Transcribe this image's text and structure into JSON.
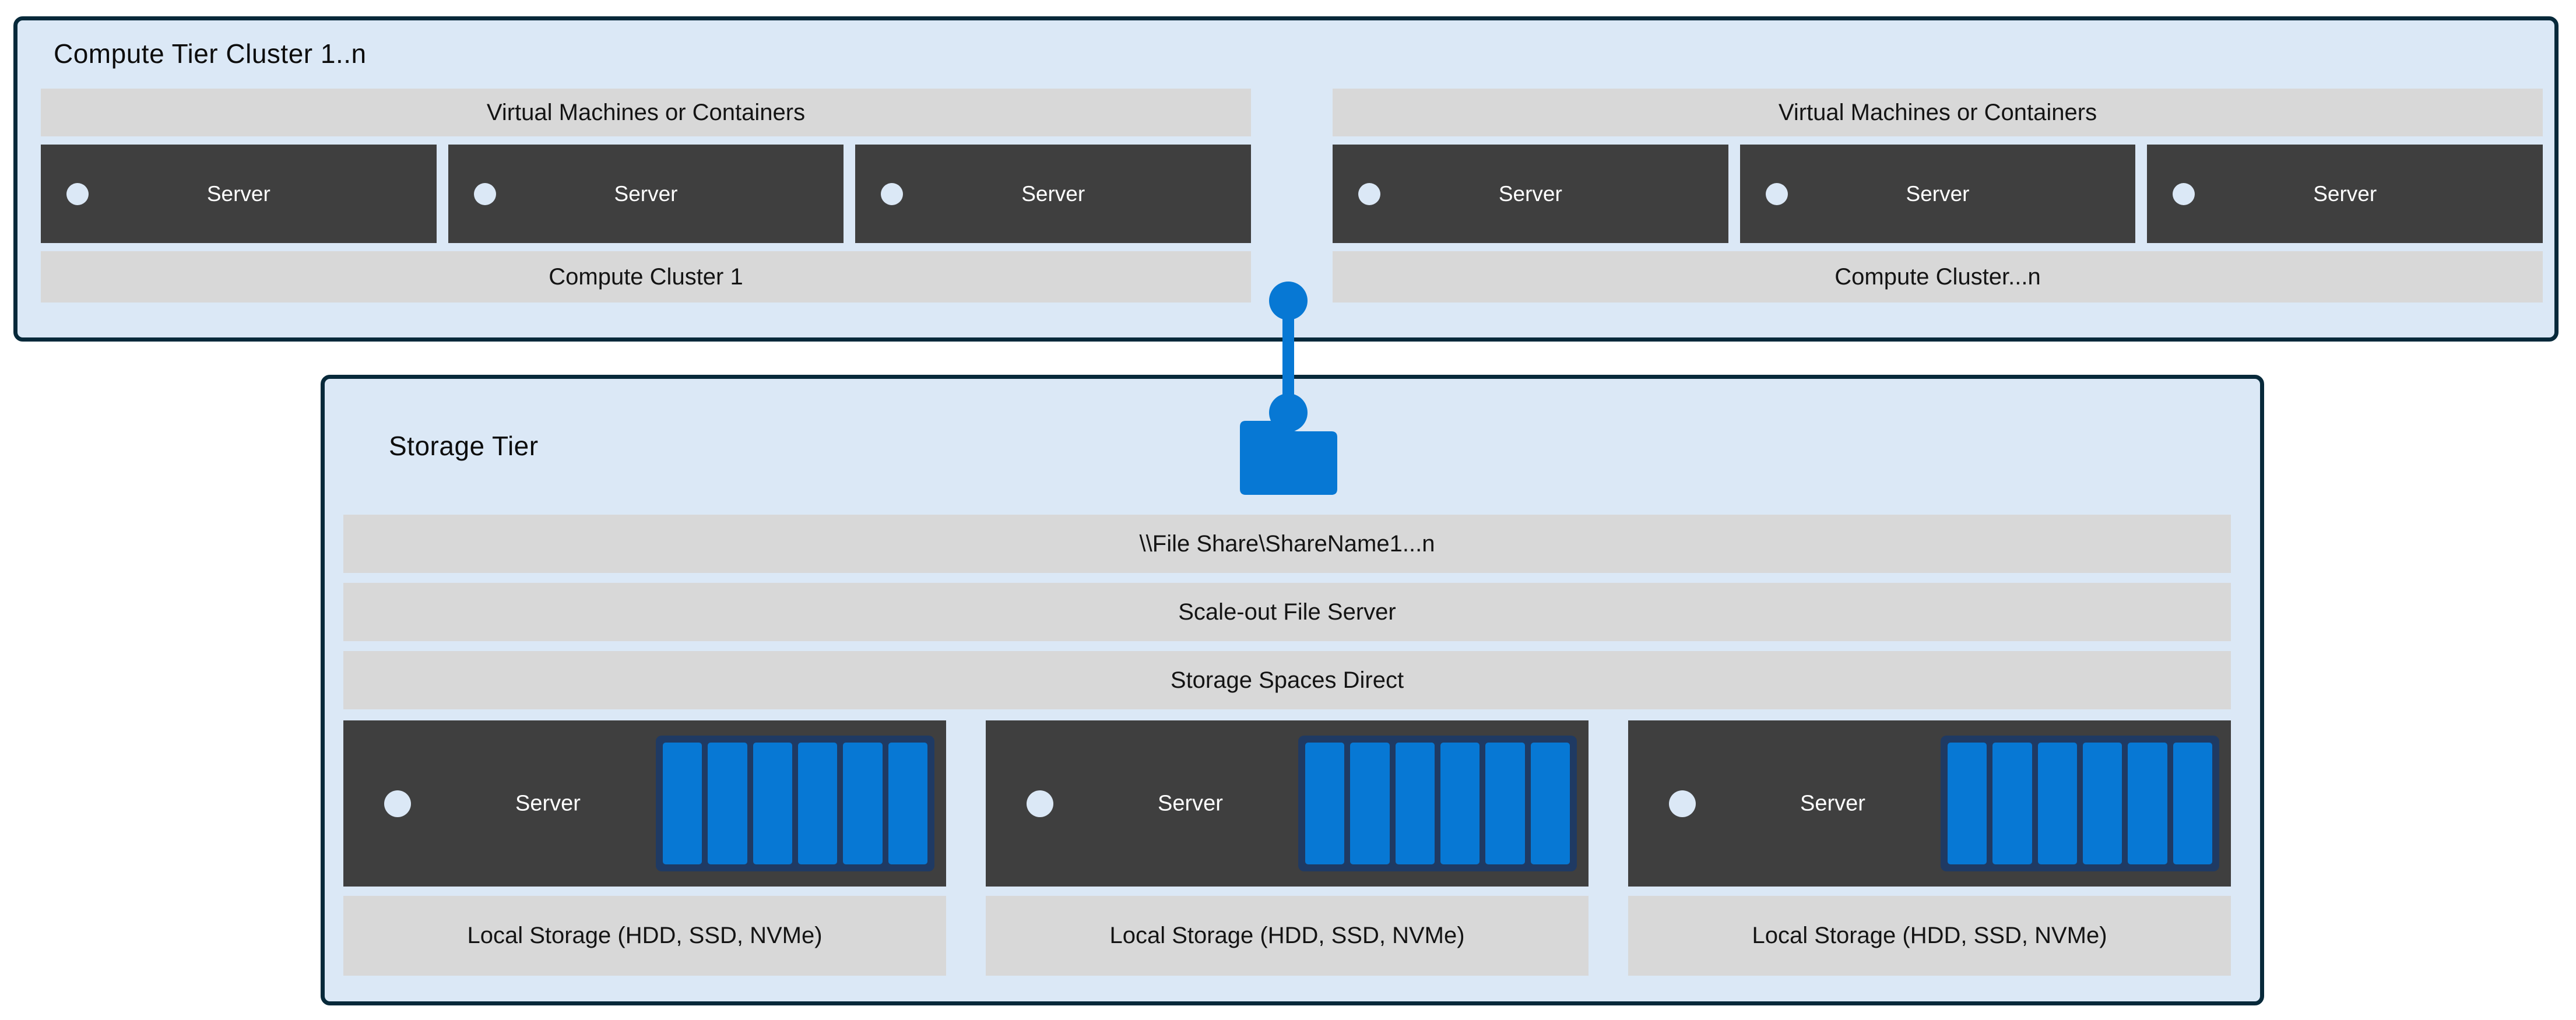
{
  "compute_tier": {
    "title": "Compute Tier Cluster 1..n",
    "clusters": [
      {
        "header": "Virtual Machines or Containers",
        "servers": [
          "Server",
          "Server",
          "Server"
        ],
        "footer": "Compute Cluster 1"
      },
      {
        "header": "Virtual Machines or Containers",
        "servers": [
          "Server",
          "Server",
          "Server"
        ],
        "footer": "Compute Cluster...n"
      }
    ]
  },
  "storage_tier": {
    "title": "Storage Tier",
    "layers": [
      "\\\\File Share\\ShareName1...n",
      "Scale-out File Server",
      "Storage Spaces Direct"
    ],
    "nodes": [
      {
        "label": "Server",
        "disk_count": 6,
        "footer": "Local Storage (HDD, SSD, NVMe)"
      },
      {
        "label": "Server",
        "disk_count": 6,
        "footer": "Local Storage (HDD, SSD, NVMe)"
      },
      {
        "label": "Server",
        "disk_count": 6,
        "footer": "Local Storage (HDD, SSD, NVMe)"
      }
    ]
  },
  "connector": {
    "from": "compute-tier",
    "to": "storage-tier-file-share-folder"
  },
  "icons": {
    "folder": "folder-icon",
    "server_led": "power-led-icon"
  },
  "colors": {
    "tier_fill": "#dbe8f6",
    "tier_border": "#07293a",
    "bar_gray": "#d8d8d8",
    "server_dark": "#3f3f3f",
    "accent_blue": "#0778d4",
    "disk_frame_navy": "#1f3a63",
    "text_dark": "#141414",
    "text_light": "#ffffff"
  }
}
